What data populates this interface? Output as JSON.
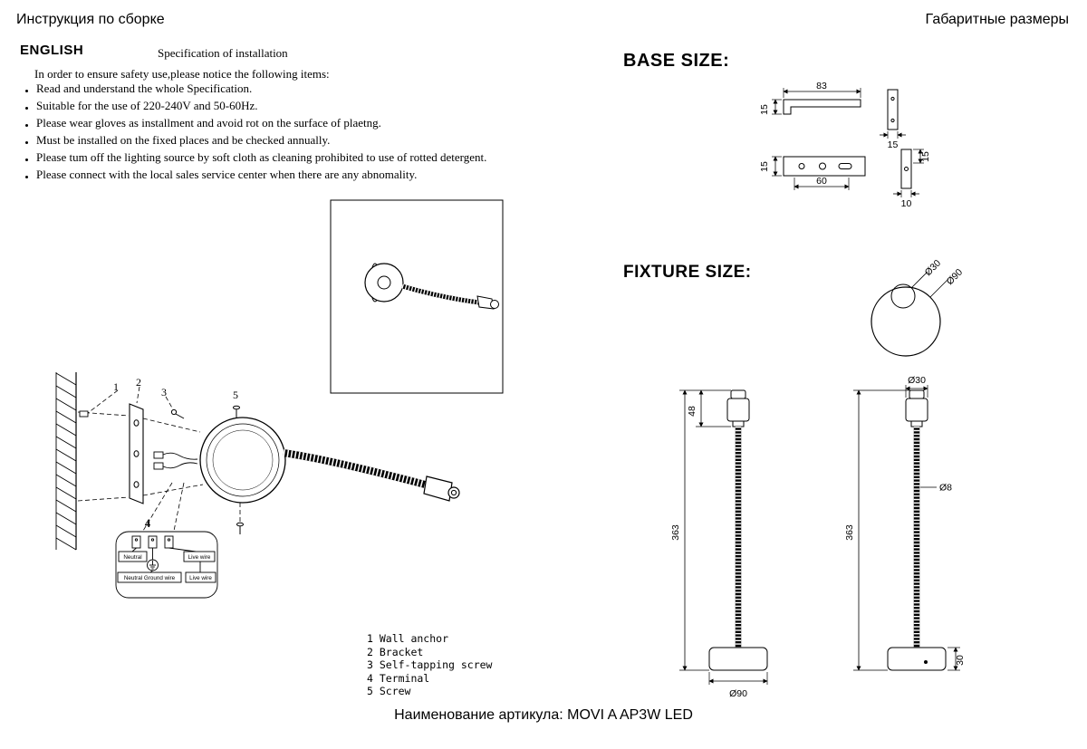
{
  "page": {
    "title_left": "Инструкция по сборке",
    "title_right": "Габаритные размеры",
    "footer": "Наименование артикула: MOVI A AP3W LED"
  },
  "instructions": {
    "language": "ENGLISH",
    "subtitle": "Specification of installation",
    "intro": "In order to ensure safety use,please notice the following items:",
    "items": [
      "Read and understand the whole Specification.",
      "Suitable for the use of 220-240V and 50-60Hz.",
      "Please wear gloves as installment and avoid rot on the surface of plaetng.",
      "Must be installed on the fixed places and be checked annually.",
      "Please tum off the lighting source by soft cloth as cleaning prohibited to use of rotted detergent.",
      "Please connect with the local sales service center when there are any abnomality."
    ]
  },
  "assembly": {
    "callouts": [
      "1",
      "2",
      "3",
      "4",
      "5"
    ],
    "wires": {
      "neutral": "Neutral",
      "live_top": "Live wire",
      "neutral_ground": "Neutral Ground wire",
      "live_bottom": "Live wire"
    },
    "parts": [
      "1 Wall anchor",
      "2 Bracket",
      "3 Self-tapping screw",
      "4 Terminal",
      "5 Screw"
    ]
  },
  "base_size": {
    "title": "BASE SIZE:",
    "side_height": "15",
    "side_width": "83",
    "end_top_width": "15",
    "front_height": "15",
    "front_width": "60",
    "end_bottom_width": "10",
    "end_bottom_height": "15"
  },
  "fixture_size": {
    "title": "FIXTURE SIZE:",
    "top_inner_dia": "Ø30",
    "top_outer_dia": "Ø90",
    "head_height": "48",
    "total_height": "363",
    "base_dia": "Ø90",
    "head_dia": "Ø30",
    "tube_dia": "Ø8",
    "base_height": "30"
  },
  "colors": {
    "ink": "#000000",
    "paper": "#ffffff"
  }
}
